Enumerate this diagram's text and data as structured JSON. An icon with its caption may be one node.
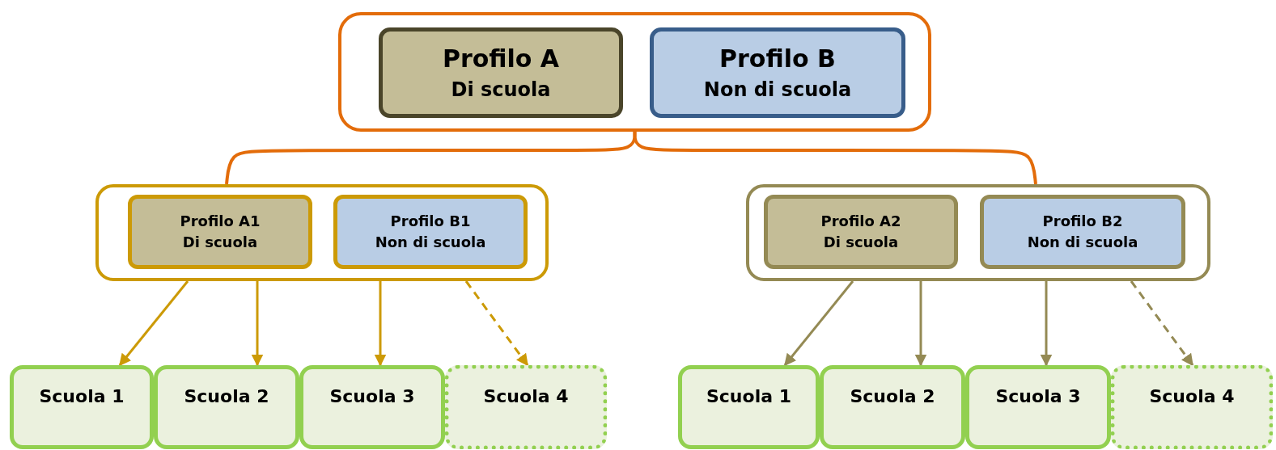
{
  "diagram": {
    "nodes": [
      {
        "text": [],
        "shape": "box"
      },
      {
        "text": [
          "Profilo A",
          "Di scuola"
        ],
        "in": 0
      },
      {
        "text": [
          "Profilo B",
          "Non di scuola"
        ],
        "in": 0
      },
      {
        "text": [],
        "shape": "box"
      },
      {
        "text": [
          "Profilo A1",
          "Di scuola"
        ],
        "in": 3
      },
      {
        "text": [
          "Profilo B1",
          "Non di scuola"
        ],
        "in": 3
      },
      {
        "text": [],
        "shape": "box"
      },
      {
        "text": [
          "Profilo A2",
          "Di scuola"
        ],
        "in": 6
      },
      {
        "text": [
          "Profilo B2",
          "Non di scuola"
        ],
        "in": 6
      },
      {
        "text": [
          "Scuola 1"
        ]
      },
      {
        "text": [
          "Scuola 2"
        ]
      },
      {
        "text": [
          "Scuola 3"
        ]
      },
      {
        "text": [
          "Scuola 4"
        ]
      },
      {
        "text": [
          "Scuola 1"
        ]
      },
      {
        "text": [
          "Scuola 2"
        ]
      },
      {
        "text": [
          "Scuola 3"
        ]
      },
      {
        "text": [
          "Scuola 4"
        ]
      }
    ],
    "edges": [
      {
        "from": 0,
        "to": 3,
        "arrow": "none",
        "color": "#e36c0a"
      },
      {
        "from": 0,
        "to": 6,
        "arrow": "none",
        "color": "#e36c0a"
      },
      {
        "from": 3,
        "to": 9,
        "arrow": "to",
        "color": "#cc9a06"
      },
      {
        "from": 3,
        "to": 10,
        "arrow": "to",
        "color": "#cc9a06"
      },
      {
        "from": 3,
        "to": 11,
        "arrow": "to",
        "color": "#cc9a06"
      },
      {
        "from": 3,
        "to": 12,
        "arrow": "to",
        "style": "dashed",
        "color": "#cc9a06"
      },
      {
        "from": 6,
        "to": 13,
        "arrow": "to",
        "color": "#948a54"
      },
      {
        "from": 6,
        "to": 14,
        "arrow": "to",
        "color": "#948a54"
      },
      {
        "from": 6,
        "to": 15,
        "arrow": "to",
        "color": "#948a54"
      },
      {
        "from": 6,
        "to": 16,
        "arrow": "to",
        "style": "dashed",
        "color": "#948a54"
      }
    ]
  }
}
